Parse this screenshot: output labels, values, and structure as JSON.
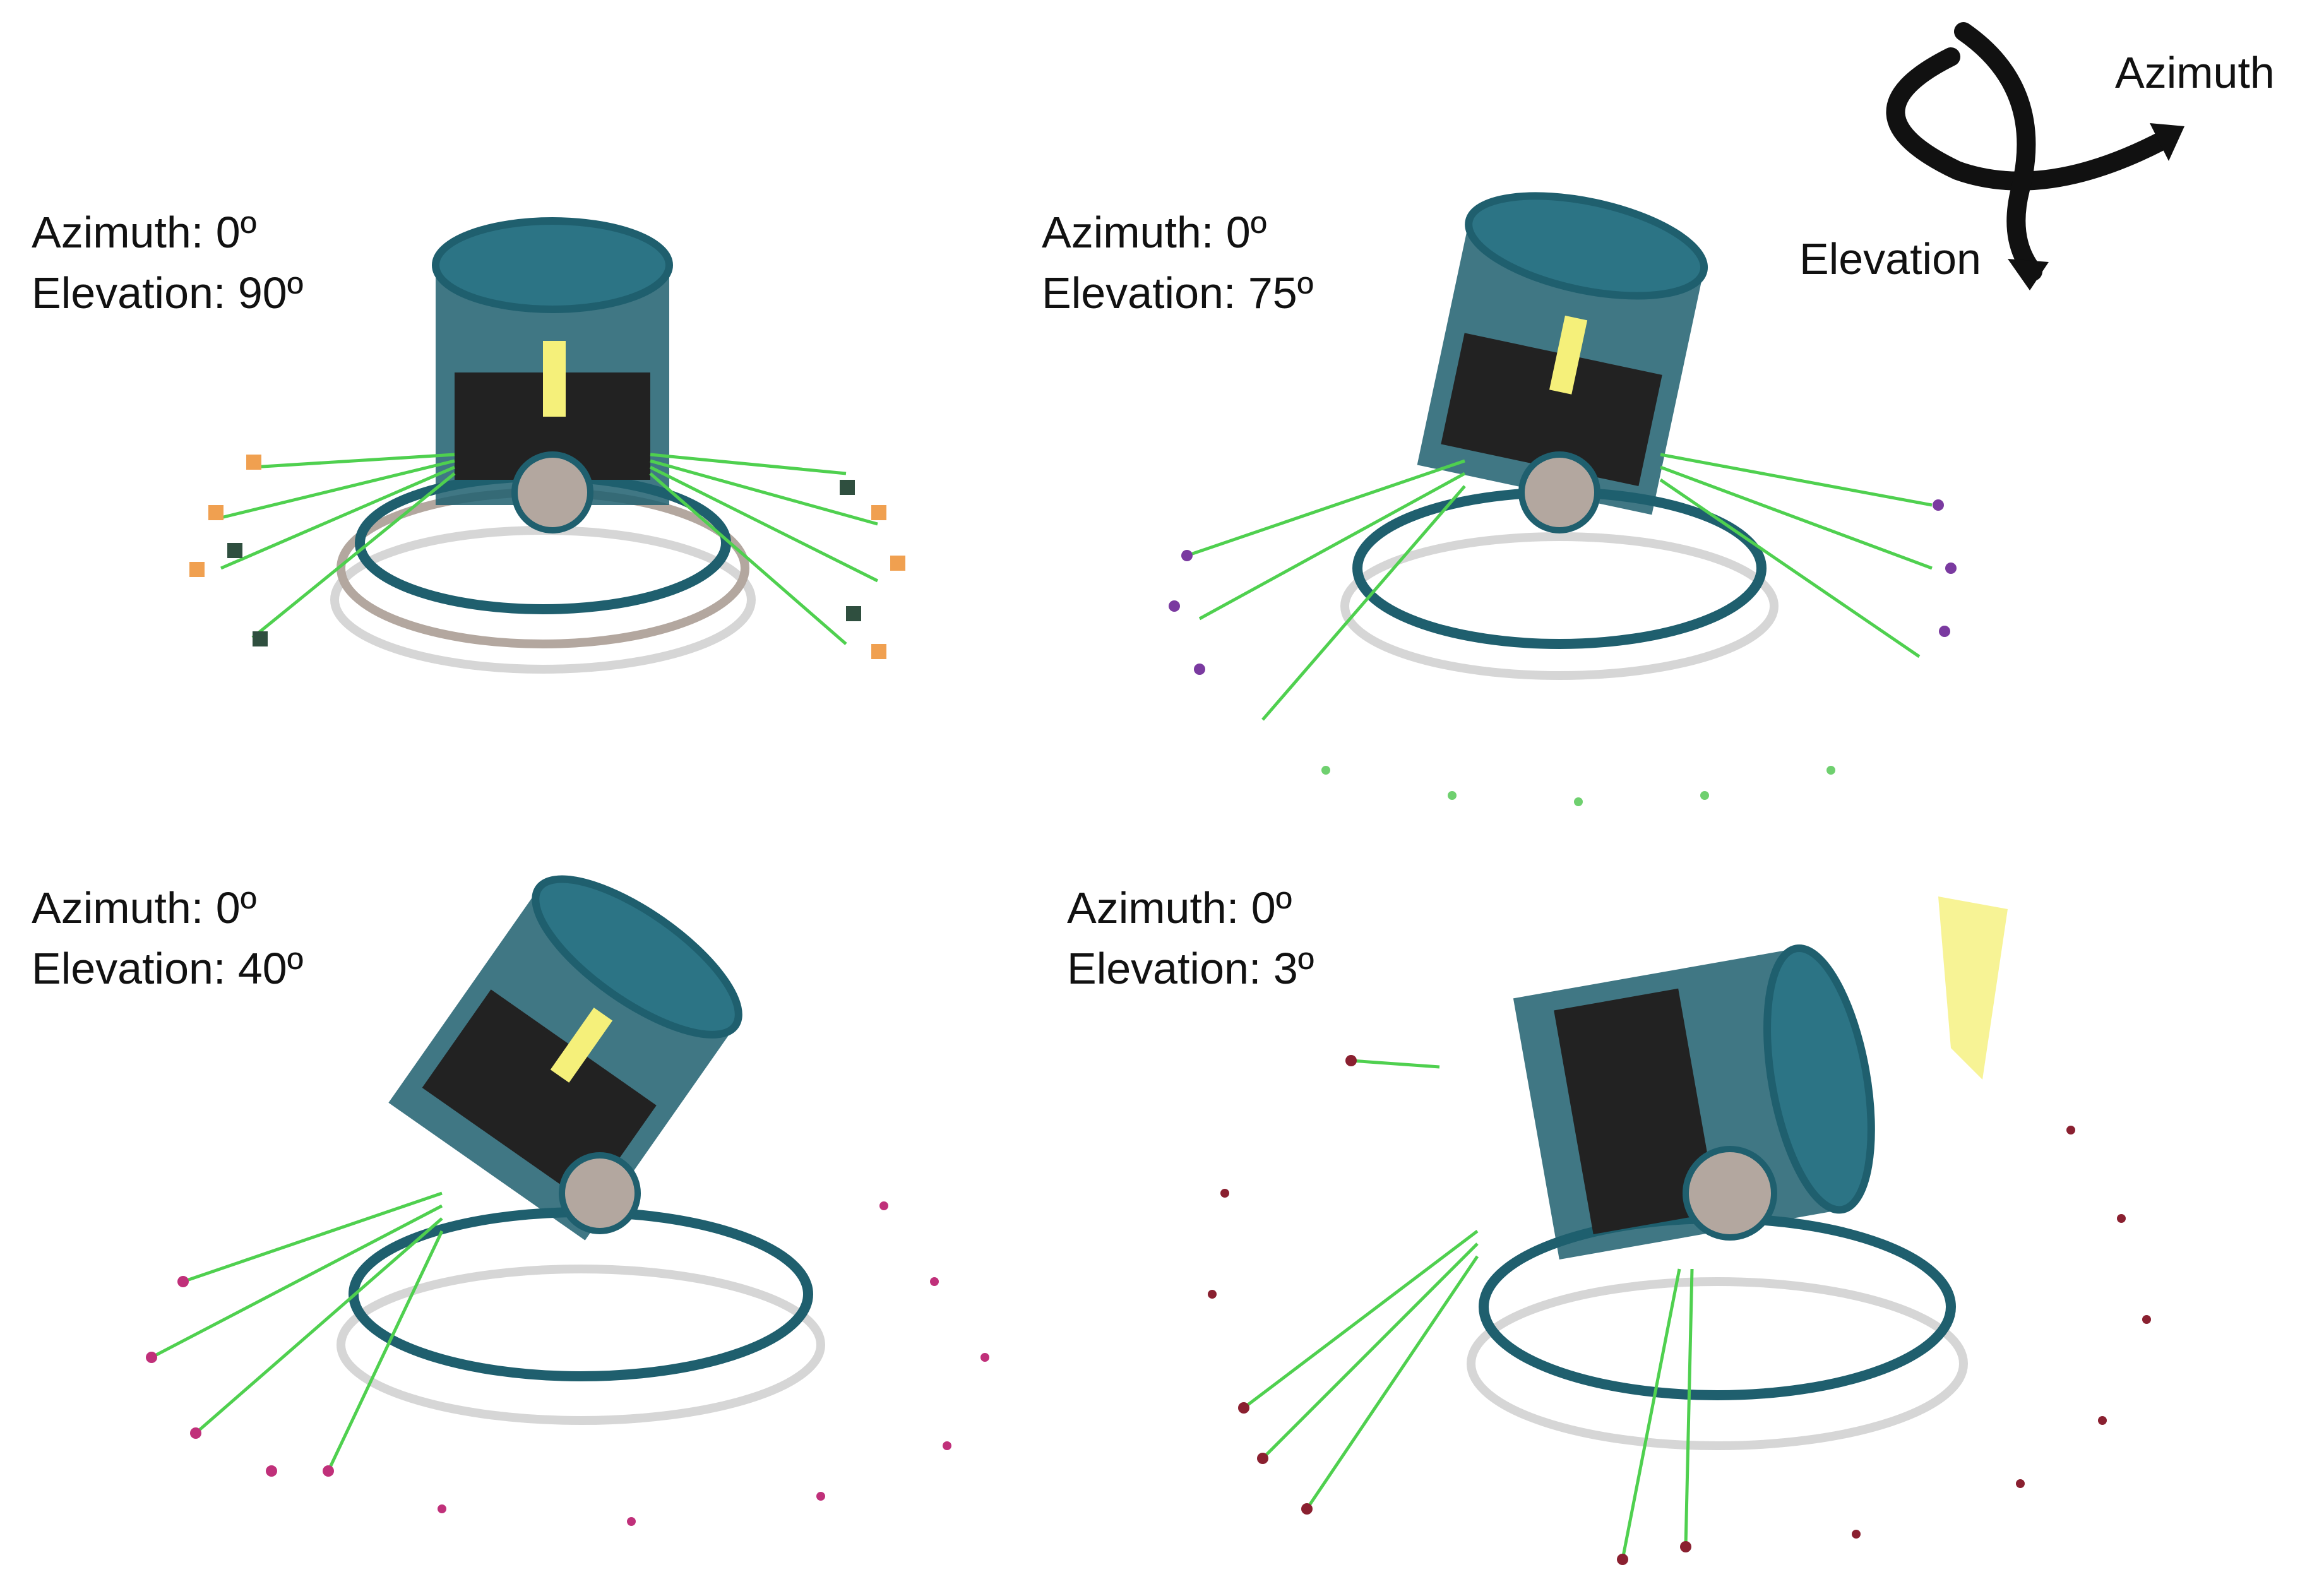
{
  "legend": {
    "azimuth_label": "Azimuth",
    "elevation_label": "Elevation"
  },
  "panels": [
    {
      "azimuth": "Azimuth: 0º",
      "elevation": "Elevation: 90º"
    },
    {
      "azimuth": "Azimuth: 0º",
      "elevation": "Elevation: 75º"
    },
    {
      "azimuth": "Azimuth: 0º",
      "elevation": "Elevation: 40º"
    },
    {
      "azimuth": "Azimuth: 0º",
      "elevation": "Elevation: 3º"
    }
  ],
  "colors": {
    "structure_teal": "#1f5f6e",
    "structure_gray": "#b3a79f",
    "base_light": "#d6d6d6",
    "target_line_green": "#4fd04f",
    "target_orange": "#f0a050",
    "target_dark": "#2f4f3f",
    "target_purple": "#7a3aa0",
    "target_magenta": "#c0307a",
    "target_darkred": "#8a2030",
    "mirror_yellow": "#f5f07a",
    "arrow_black": "#111111"
  }
}
